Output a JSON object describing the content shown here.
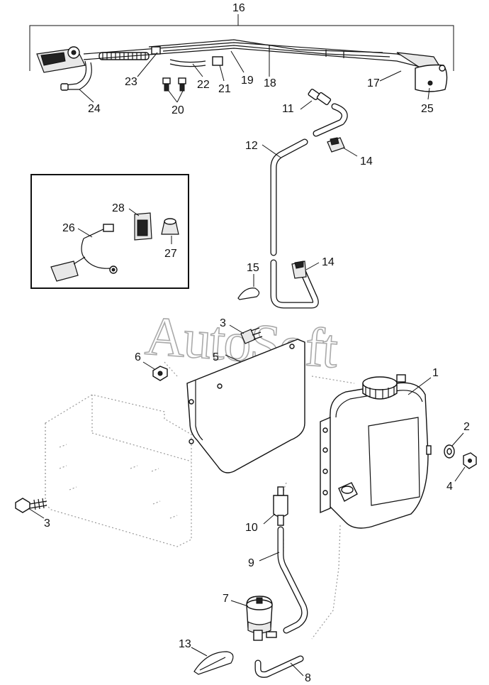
{
  "callouts": {
    "c1": "1",
    "c2": "2",
    "c3a": "3",
    "c3b": "3",
    "c4": "4",
    "c5": "5",
    "c6": "6",
    "c7": "7",
    "c8": "8",
    "c9": "9",
    "c10": "10",
    "c11": "11",
    "c12": "12",
    "c13": "13",
    "c14a": "14",
    "c14b": "14",
    "c15": "15",
    "c16": "16",
    "c17": "17",
    "c18": "18",
    "c19": "19",
    "c20": "20",
    "c21": "21",
    "c22": "22",
    "c23": "23",
    "c24": "24",
    "c25": "25",
    "c26": "26",
    "c27": "27",
    "c28": "28"
  },
  "watermark": "AutoSoft"
}
